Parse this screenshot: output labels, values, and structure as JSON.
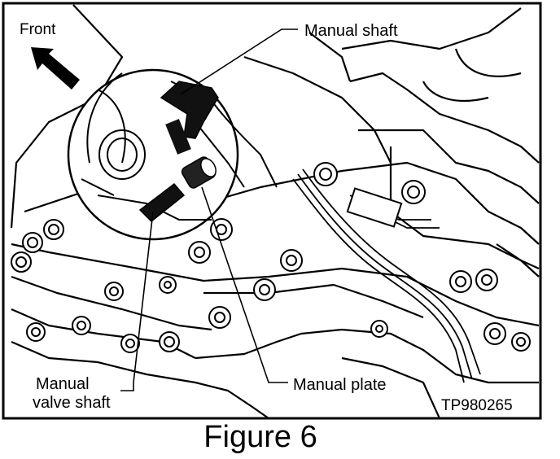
{
  "figure": {
    "direction_label": "Front",
    "callouts": {
      "manual_shaft": "Manual shaft",
      "manual_plate": "Manual plate",
      "manual_valve_shaft_line1": "Manual",
      "manual_valve_shaft_line2": "valve shaft"
    },
    "figure_code": "TP980265",
    "caption": "Figure 6"
  }
}
